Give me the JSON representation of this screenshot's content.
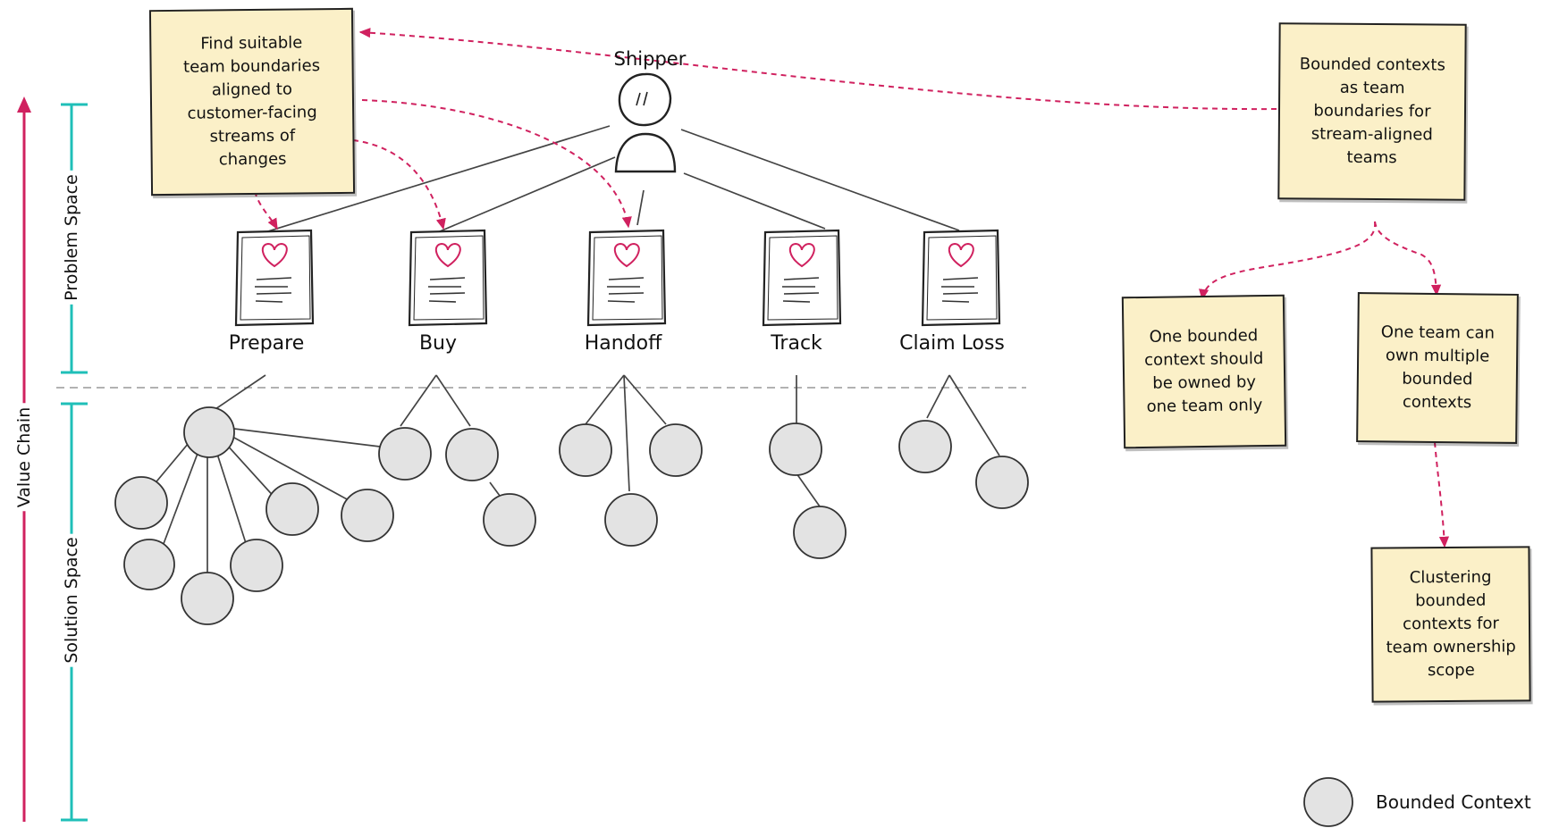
{
  "axis": {
    "value_chain": "Value Chain",
    "problem_space": "Problem Space",
    "solution_space": "Solution Space"
  },
  "actor": {
    "label": "Shipper"
  },
  "streams": [
    "Prepare",
    "Buy",
    "Handoff",
    "Track",
    "Claim Loss"
  ],
  "notes": {
    "find_boundaries": "Find suitable\nteam boundaries\naligned to\ncustomer-facing\nstreams of\nchanges",
    "bc_as_boundaries": "Bounded contexts\nas team\nboundaries for\nstream-aligned\nteams",
    "one_team_only": "One bounded\ncontext should\nbe owned by\none team only",
    "multiple_contexts": "One team can\nown multiple\nbounded\ncontexts",
    "clustering": "Clustering\nbounded\ncontexts for\nteam ownership\nscope"
  },
  "legend": {
    "label": "Bounded Context"
  },
  "colors": {
    "accent": "#d0215f",
    "bracket": "#1fbfb8",
    "note_bg": "#fbf0c8",
    "circle_fill": "#e3e3e3",
    "line": "#444444"
  },
  "icons": {
    "actor": "stick-figure-icon",
    "journey_card": "heart-document-icon"
  }
}
